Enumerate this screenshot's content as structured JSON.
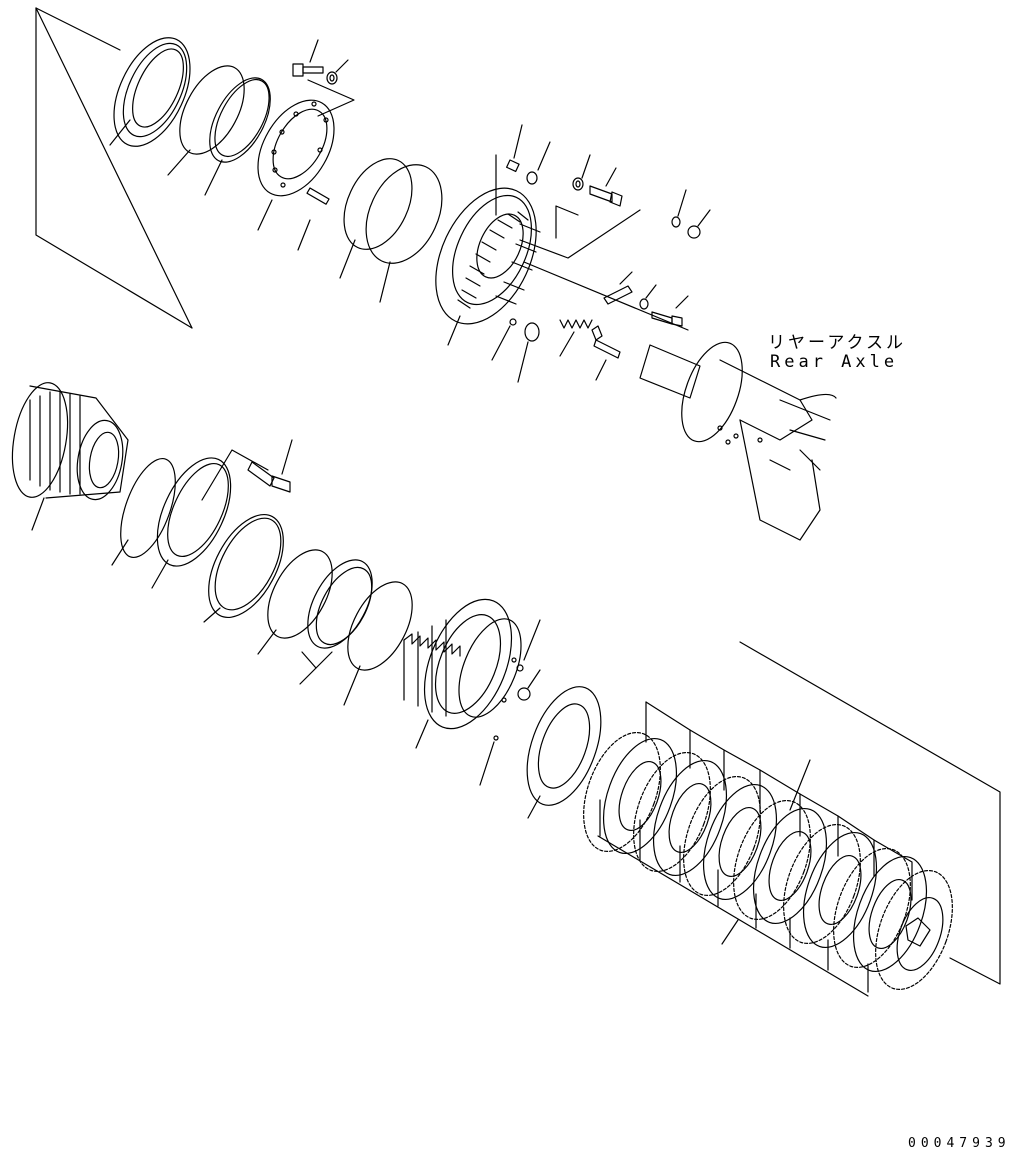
{
  "callout": {
    "japanese": "リヤーアクスル",
    "english": "Rear Axle"
  },
  "drawing_number": "00047939",
  "colors": {
    "line": "#000000",
    "background": "#ffffff"
  }
}
